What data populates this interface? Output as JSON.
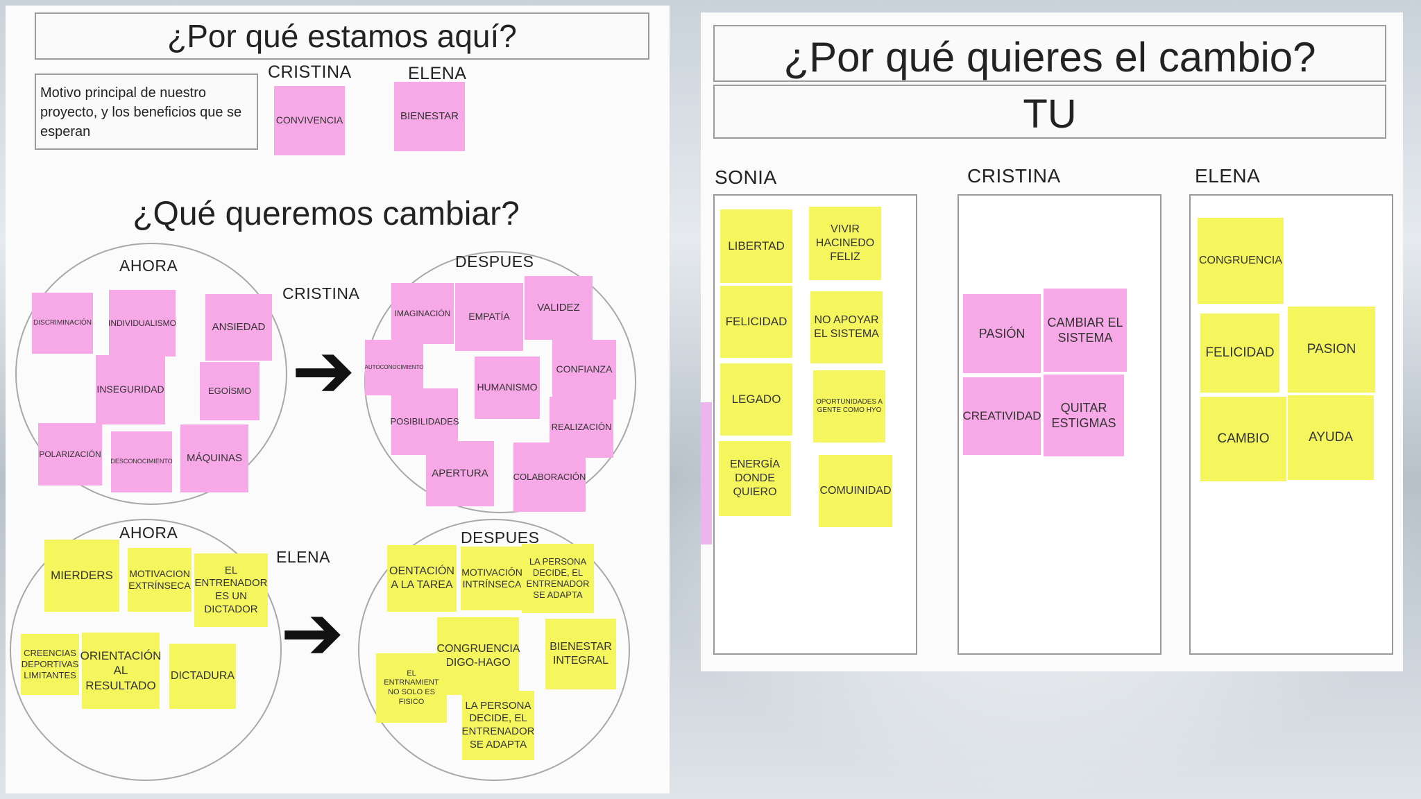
{
  "left_board": {
    "title": "¿Por qué estamos aquí?",
    "motivo_box": "Motivo principal de nuestro proyecto, y los beneficios que se esperan",
    "cristina_label": "CRISTINA",
    "elena_label": "ELENA",
    "cristina_note": "CONVIVENCIA",
    "elena_note": "BIENESTAR",
    "section_title": "¿Qué queremos cambiar?",
    "cristina_row": {
      "name": "CRISTINA",
      "ahora_label": "AHORA",
      "despues_label": "DESPUES",
      "ahora_notes": [
        "DISCRIMINACIÓN",
        "INDIVIDUALISMO",
        "ANSIEDAD",
        "INSEGURIDAD",
        "EGOÍSMO",
        "POLARIZACIÓN",
        "DESCONOCIMIENTO",
        "MÁQUINAS"
      ],
      "despues_notes": [
        "IMAGINACIÓN",
        "EMPATÍA",
        "VALIDEZ",
        "AUTOCONOCIMIENTO",
        "CONFIANZA",
        "HUMANISMO",
        "POSIBILIDADES",
        "REALIZACIÓN",
        "APERTURA",
        "COLABORACIÓN"
      ]
    },
    "elena_row": {
      "name": "ELENA",
      "ahora_label": "AHORA",
      "despues_label": "DESPUES",
      "ahora_notes": [
        "MIERDERS",
        "MOTIVACION EXTRÍNSECA",
        "EL ENTRENADOR ES UN DICTADOR",
        "CREENCIAS DEPORTIVAS LIMITANTES",
        "ORIENTACIÓN AL RESULTADO",
        "DICTADURA"
      ],
      "despues_notes": [
        "OENTACIÓN A LA TAREA",
        "MOTIVACIÓN INTRÍNSECA",
        "LA PERSONA DECIDE, EL ENTRENADOR SE ADAPTA",
        "CONGRUENCIA DIGO-HAGO",
        "BIENESTAR INTEGRAL",
        "EL ENTRNAMIENT NO SOLO ES FISICO",
        "LA PERSONA DECIDE, EL ENTRENADOR SE ADAPTA"
      ]
    }
  },
  "right_board": {
    "title": "¿Por qué quieres el cambio?",
    "subtitle": "TU",
    "sonia": {
      "label": "SONIA",
      "notes": [
        "LIBERTAD",
        "VIVIR HACINEDO FELIZ",
        "FELICIDAD",
        "NO APOYAR EL SISTEMA",
        "LEGADO",
        "OPORTUNIDADES A GENTE COMO HYO",
        "ENERGÍA DONDE QUIERO",
        "COMUINIDAD"
      ]
    },
    "cristina": {
      "label": "CRISTINA",
      "notes": [
        "PASIÓN",
        "CAMBIAR EL SISTEMA",
        "CREATIVIDAD",
        "QUITAR ESTIGMAS"
      ]
    },
    "elena": {
      "label": "ELENA",
      "notes": [
        "CONGRUENCIA",
        "FELICIDAD",
        "PASION",
        "CAMBIO",
        "AYUDA"
      ]
    }
  },
  "colors": {
    "pink_note": "#f7a8e6",
    "yellow_note": "#f5f65e",
    "panel": "#fbfbfb"
  }
}
